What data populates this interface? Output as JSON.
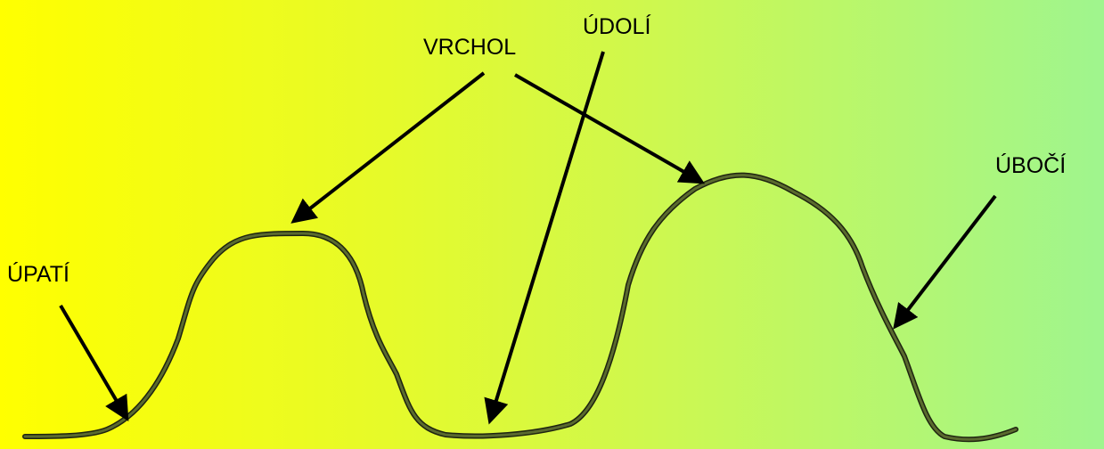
{
  "labels": {
    "peak": "VRCHOL",
    "valley": "ÚDOLÍ",
    "slope": "ÚBOČÍ",
    "foot": "ÚPATÍ"
  },
  "colors": {
    "gradient_left": "#ffff00",
    "gradient_right": "#9ff58e",
    "terrain_line": "#4a5a2a",
    "arrows": "#000000"
  }
}
